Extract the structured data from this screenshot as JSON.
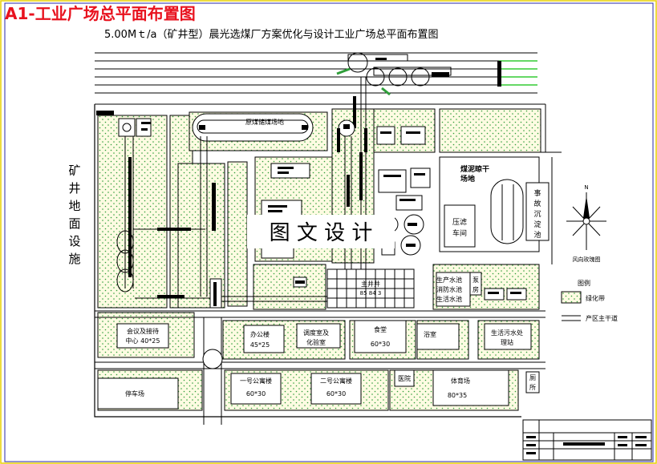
{
  "title": "A1-工业广场总平面布置图",
  "subtitle": "5.00Mｔ/a（矿井型）晨光选煤厂方案优化与设计工业广场总平面布置图",
  "left_label": [
    "矿",
    "井",
    "地",
    "面",
    "设",
    "施"
  ],
  "watermark": "图 文 设 计",
  "buildings": {
    "coal_yard": "原煤储煤场地",
    "slime_yard_1": "煤泥晾干",
    "slime_yard_2": "场地",
    "filter_1": "压滤",
    "filter_2": "车间",
    "accident_pool": [
      "事",
      "故",
      "沉",
      "淀",
      "池"
    ],
    "main_well_1": "主井井",
    "main_well_2": "85 84 3",
    "water_1": "生产水池",
    "water_2": "消防水池",
    "water_3": "生活水池",
    "pump_1": "泵",
    "pump_2": "房",
    "meeting_1": "会议及接待",
    "meeting_2": "中心 40*25",
    "office_1": "办公楼",
    "office_2": "45*25",
    "dispatch_1": "调度室及",
    "dispatch_2": "化验室",
    "canteen_1": "食堂",
    "canteen_2": "60*30",
    "bath": "浴室",
    "sewage_1": "生活污水处",
    "sewage_2": "理站",
    "parking": "停车场",
    "apt1_1": "一号公寓楼",
    "apt1_2": "60*30",
    "apt2_1": "二号公寓楼",
    "apt2_2": "60*30",
    "hospital": "医院",
    "gym_1": "体育场",
    "gym_2": "80*35",
    "toilet_1": "厕",
    "toilet_2": "所"
  },
  "legend": {
    "heading": "图例",
    "green": "绿化带",
    "road": "产区主干道"
  },
  "wind_rose": {
    "north": "N",
    "caption": "风向玫瑰图"
  },
  "colors": {
    "title_red": "#e8121e",
    "green_dots": "#2f9e3a",
    "zone_fill": "#fdfbe2",
    "border_yellow": "#e8d000",
    "border_blue": "#2a2aa8",
    "rail_green": "#33cc33"
  }
}
